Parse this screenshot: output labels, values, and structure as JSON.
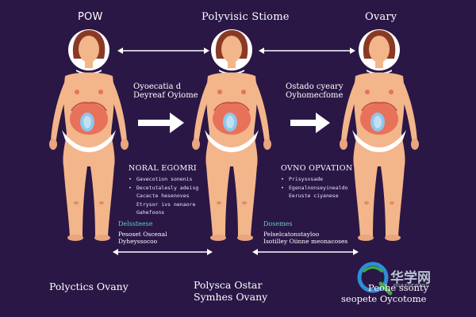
{
  "titles": {
    "left": "POW",
    "center": "Polyvisic Stiome",
    "right": "Ovary"
  },
  "notes": {
    "middle_left": [
      "Oyoecatia d",
      "Deyreaf Oyiome"
    ],
    "middle_right": [
      "Ostado cyeary",
      "Oyhomecfome"
    ]
  },
  "center_box": {
    "heading": "NORAL EGOMRI",
    "items": [
      "Gavecotion sonenis",
      "Decetutalesly adeisg",
      "Cacacte hesenoves",
      "Etrysor ivs nenaore",
      "Gahefoons"
    ]
  },
  "right_box": {
    "heading": "OVNO OPVATION",
    "items": [
      "Prisysvsade",
      "Egenalnonseyinealdo",
      "Eeruste ciyanese"
    ]
  },
  "lower_left": {
    "label": "Delssteese",
    "lines": [
      "Pesoset Oscenal",
      "Dyheyssocoo"
    ]
  },
  "lower_right": {
    "label": "Dosemes",
    "lines": [
      "Pelselcatonstayloo",
      "Isotilley Oiinne meonacoses"
    ]
  },
  "captions": {
    "left": "Polyctics Ovany",
    "center": [
      "Polysca Ostar",
      "Symhes Ovany"
    ],
    "right": [
      "Peohe ssonty",
      "seopete Oycotome"
    ]
  },
  "watermark": {
    "text": "华学网",
    "sub": "HUAXUEWANG"
  },
  "colors": {
    "background": "#2a1746",
    "skin": "#f3b58a",
    "hair": "#8a3a24",
    "uterus": "#e8715a",
    "ovary": "#8fc6ea",
    "pelvis": "#ffffff",
    "arrow": "#ffffff",
    "teal": "#5fd1c3"
  }
}
